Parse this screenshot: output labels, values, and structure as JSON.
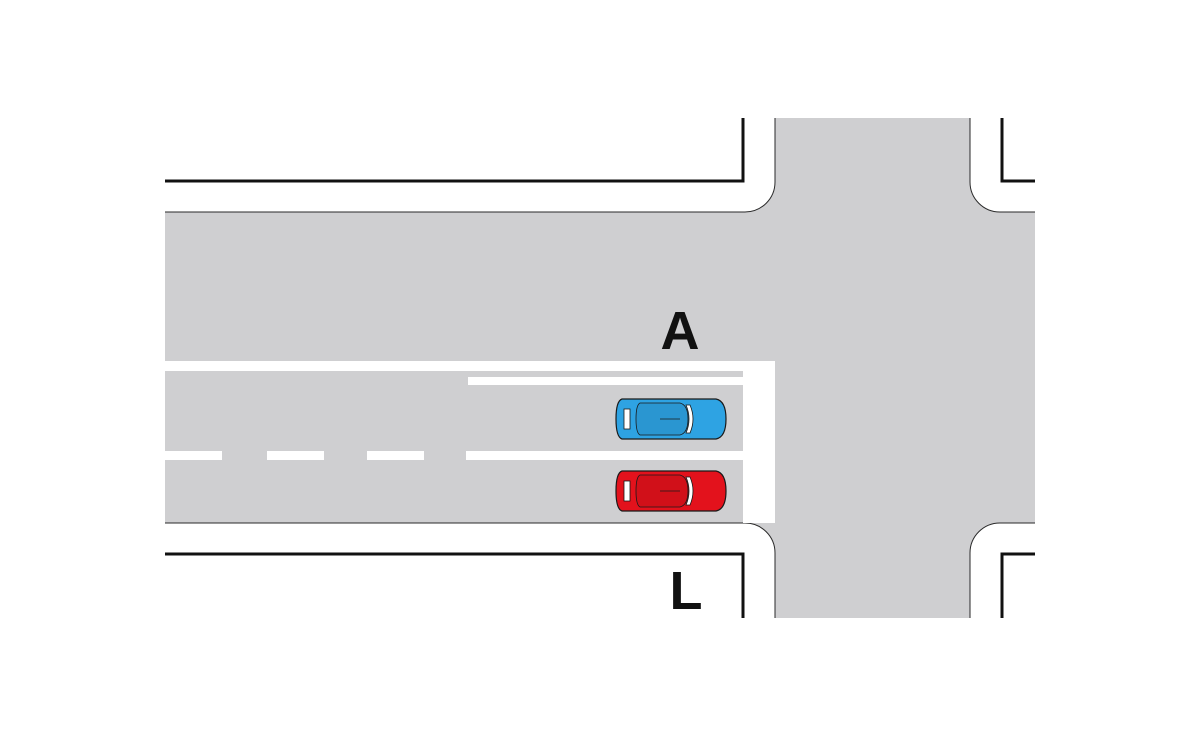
{
  "labels": {
    "upper": "A",
    "lower": "L"
  },
  "vehicles": [
    {
      "name": "blue-car",
      "color": "#2ea3e3"
    },
    {
      "name": "red-car",
      "color": "#e3121c"
    }
  ],
  "colors": {
    "road": "#cfcfd1",
    "marking": "#ffffff",
    "curb": "#111111",
    "background": "#ffffff"
  }
}
